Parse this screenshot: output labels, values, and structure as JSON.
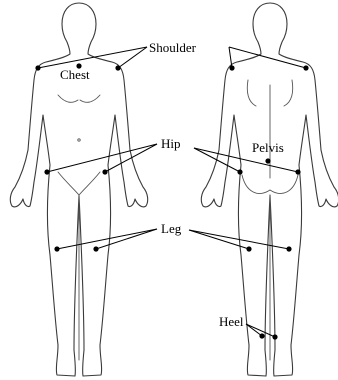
{
  "labels": {
    "shoulder": "Shoulder",
    "chest": "Chest",
    "hip": "Hip",
    "pelvis": "Pelvis",
    "leg": "Leg",
    "heel": "Heel"
  },
  "views": [
    "front-view",
    "back-view"
  ],
  "colors": {
    "outline": "#3a3a3a",
    "marker": "#000000",
    "background": "#ffffff"
  }
}
